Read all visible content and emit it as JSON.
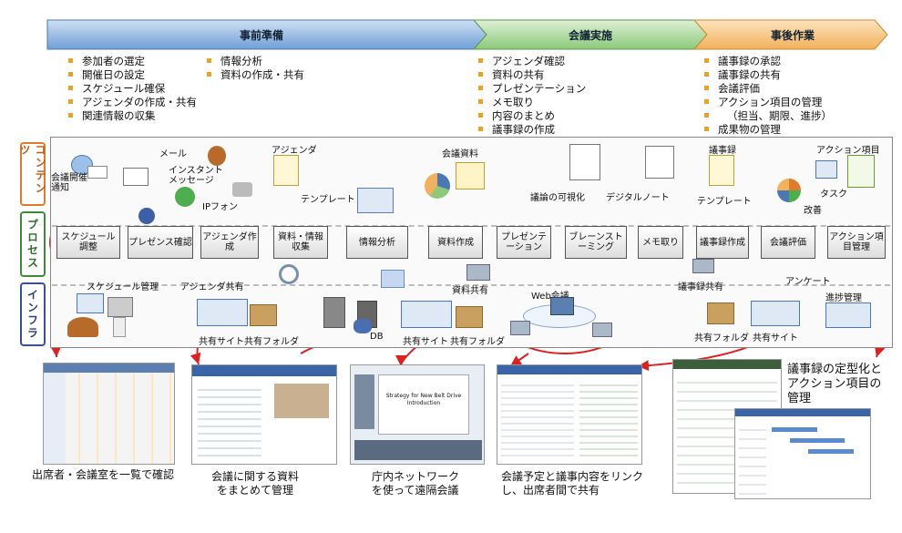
{
  "phases": {
    "prep": "事前準備",
    "meeting": "会議実施",
    "post": "事後作業"
  },
  "prep_tasks_left": [
    "参加者の選定",
    "開催日の設定",
    "スケジュール確保",
    "アジェンダの作成・共有",
    "関連情報の収集"
  ],
  "prep_tasks_right": [
    "情報分析",
    "資料の作成・共有"
  ],
  "meeting_tasks": [
    "アジェンダ確認",
    "資料の共有",
    "プレゼンテーション",
    "メモ取り",
    "内容のまとめ",
    "議事録の作成"
  ],
  "post_tasks": [
    "議事録の承認",
    "議事録の共有",
    "会議評価",
    "アクション項目の管理",
    "（担当、期限、進捗）",
    "成果物の管理"
  ],
  "rows": {
    "contents": "コンテンツ",
    "process": "プロセス",
    "infra": "インフラ"
  },
  "process_steps": [
    "スケジュール調整",
    "プレゼンス確認",
    "アジェンダ作成",
    "資料・情報収集",
    "情報分析",
    "資料作成",
    "プレゼンテーション",
    "ブレーンストーミング",
    "メモ取り",
    "議事録作成",
    "会議評価",
    "アクション項目管理"
  ],
  "contents_labels": {
    "meeting_notice": "会議開催通知",
    "mail": "メール",
    "instant_messenger": "インスタントメッセージ",
    "ip_phone": "IPフォン",
    "agenda": "アジェンダ",
    "agenda_template": "テンプレート",
    "meeting_material": "会議資料",
    "discussion_visual": "議論の可視化",
    "digital_note": "デジタルノート",
    "minutes": "議事録",
    "minutes_template": "テンプレート",
    "improvement": "改善",
    "action_items": "アクション項目",
    "task": "タスク"
  },
  "infra_labels": {
    "schedule_mgmt": "スケジュール管理",
    "agenda_share": "アジェンダ共有",
    "shared_site_1": "共有サイト",
    "shared_folder_1": "共有フォルダ",
    "db": "DB",
    "shared_site_2": "共有サイト",
    "shared_folder_2": "共有フォルダ",
    "material_share": "資料共有",
    "web_meeting": "Web会議",
    "minutes_share": "議事録共有",
    "survey": "アンケート",
    "progress_mgmt": "進捗管理",
    "shared_folder_3": "共有フォルダ",
    "shared_site_3": "共有サイト"
  },
  "screenshot_slide_title": "Strategy for New Belt Drive Introduction",
  "captions": {
    "c1": "出席者・会議室を一覧で確認",
    "c2a": "会議に関する資料",
    "c2b": "をまとめて管理",
    "c3a": "庁内ネットワーク",
    "c3b": "を使って遠隔会議",
    "c4a": "会議予定と議事内容をリンク",
    "c4b": "し、出席者間で共有",
    "c5a": "議事録の定型化と",
    "c5b": "アクション項目の",
    "c5c": "管理"
  },
  "colors": {
    "prep": "#6f9fd6",
    "meeting": "#8cc97a",
    "post": "#f2b15c",
    "contents_tab": "#e07b2c",
    "process_tab": "#3d8a3a",
    "infra_tab": "#3a4f9a",
    "highlight": "#e02020"
  }
}
